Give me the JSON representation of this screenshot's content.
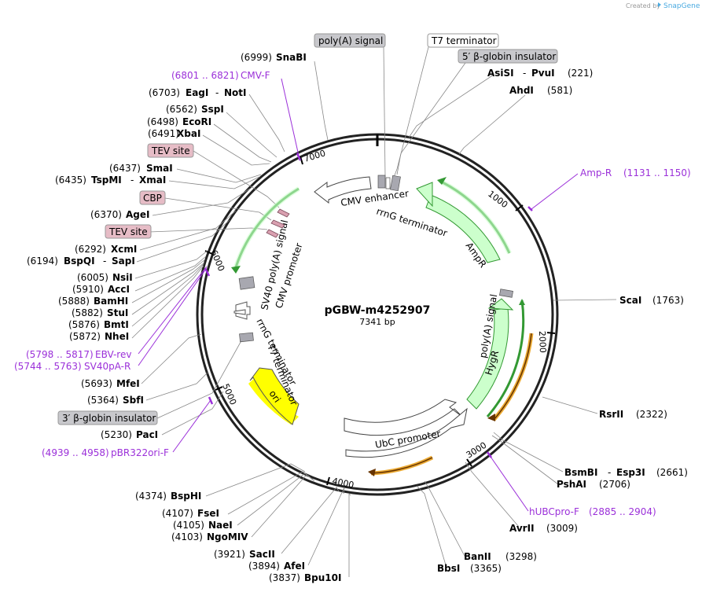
{
  "header": {
    "created_by": "Created by",
    "brand": "SnapGene"
  },
  "plasmid": {
    "name": "pGBW-m4252907",
    "length": "7341 bp"
  },
  "ticks": [
    "1000",
    "2000",
    "3000",
    "4000",
    "5000",
    "6000",
    "7000"
  ],
  "enzymes": [
    {
      "pos": "(6999)",
      "name": "SnaBI"
    },
    {
      "pos": "(6703)",
      "name": "EagI",
      "name2": "NotI"
    },
    {
      "pos": "(6562)",
      "name": "SspI"
    },
    {
      "pos": "(6498)",
      "name": "EcoRI"
    },
    {
      "pos": "(6491)",
      "name": "XbaI"
    },
    {
      "pos": "(6437)",
      "name": "SmaI"
    },
    {
      "pos": "(6435)",
      "name": "TspMI",
      "name2": "XmaI"
    },
    {
      "pos": "(6370)",
      "name": "AgeI"
    },
    {
      "pos": "(6292)",
      "name": "XcmI"
    },
    {
      "pos": "(6194)",
      "name": "BspQI",
      "name2": "SapI"
    },
    {
      "pos": "(6005)",
      "name": "NsiI"
    },
    {
      "pos": "(5910)",
      "name": "AccI"
    },
    {
      "pos": "(5888)",
      "name": "BamHI"
    },
    {
      "pos": "(5882)",
      "name": "StuI"
    },
    {
      "pos": "(5876)",
      "name": "BmtI"
    },
    {
      "pos": "(5872)",
      "name": "NheI"
    },
    {
      "pos": "(5693)",
      "name": "MfeI"
    },
    {
      "pos": "(5364)",
      "name": "SbfI"
    },
    {
      "pos": "(5230)",
      "name": "PacI"
    },
    {
      "pos": "(4374)",
      "name": "BspHI"
    },
    {
      "pos": "(4107)",
      "name": "FseI"
    },
    {
      "pos": "(4105)",
      "name": "NaeI"
    },
    {
      "pos": "(4103)",
      "name": "NgoMIV"
    },
    {
      "pos": "(3921)",
      "name": "SacII"
    },
    {
      "pos": "(3894)",
      "name": "AfeI"
    },
    {
      "pos": "(3837)",
      "name": "Bpu10I"
    },
    {
      "pos": "(3365)",
      "name": "BbsI"
    },
    {
      "pos": "(3298)",
      "name": "BanII"
    },
    {
      "pos": "(3009)",
      "name": "AvrII"
    },
    {
      "pos": "(2706)",
      "name": "PshAI"
    },
    {
      "pos": "(2661)",
      "name": "BsmBI",
      "name2": "Esp3I"
    },
    {
      "pos": "(2322)",
      "name": "RsrII"
    },
    {
      "pos": "(1763)",
      "name": "ScaI"
    },
    {
      "pos": "(581)",
      "name": "AhdI"
    },
    {
      "pos": "(221)",
      "name": "AsiSI",
      "name2": "PvuI"
    }
  ],
  "primers": [
    {
      "name": "CMV-F",
      "range": "(6801 .. 6821)"
    },
    {
      "name": "Amp-R",
      "range": "(1131 .. 1150)"
    },
    {
      "name": "EBV-rev",
      "range": "(5798 .. 5817)"
    },
    {
      "name": "SV40pA-R",
      "range": "(5744 .. 5763)"
    },
    {
      "name": "pBR322ori-F",
      "range": "(4939 .. 4958)"
    },
    {
      "name": "hUBCpro-F",
      "range": "(2885 .. 2904)"
    }
  ],
  "boxed_labels": [
    {
      "text": "poly(A) signal",
      "style": "gray"
    },
    {
      "text": "T7 terminator",
      "style": "white"
    },
    {
      "text": "5′ β-globin insulator",
      "style": "gray"
    },
    {
      "text": "TEV site",
      "style": "pink"
    },
    {
      "text": "CBP",
      "style": "pink"
    },
    {
      "text": "TEV site",
      "style": "pink"
    },
    {
      "text": "3′ β-globin insulator",
      "style": "gray"
    }
  ],
  "features": {
    "cmv_enhancer": "CMV enhancer",
    "rrng_terminator_top": "rrnG terminator",
    "ampr": "AmpR",
    "sv40_polya": "SV40 poly(A) signal",
    "cmv_promoter": "CMV promoter",
    "t7_terminator": "T7 terminator",
    "rrng_terminator_left": "rrnG terminator",
    "ori": "ori",
    "polya_signal": "poly(A) signal",
    "hygr": "HygR",
    "ubc_promoter": "UbC promoter"
  },
  "colors": {
    "backbone": "#222222",
    "primer": "#9b30d9",
    "ampr_fill": "#ccffcc",
    "ori_fill": "#ffff00",
    "gray_box": "#c8c8cc",
    "pink_box": "#e6bcc6",
    "orf_green": "#339933",
    "orf_orange": "#e69500"
  }
}
